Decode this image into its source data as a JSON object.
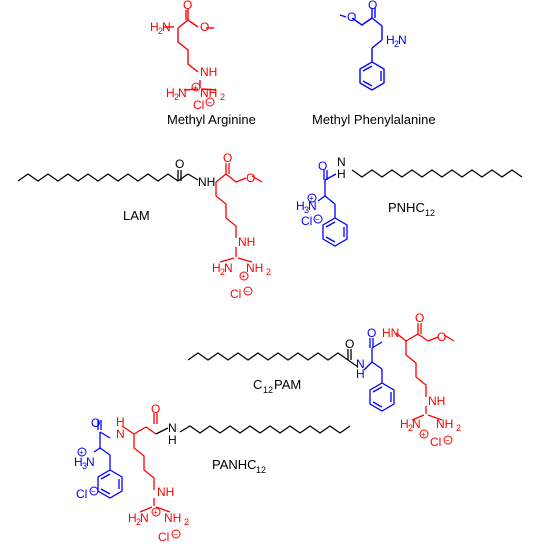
{
  "colors": {
    "arginine": "#ff0000",
    "phenylalanine": "#0000ff",
    "chain": "#000000"
  },
  "captions": {
    "methyl_arginine": "Methyl Arginine",
    "methyl_phenylalanine": "Methyl Phenylalanine",
    "lam": "LAM",
    "pnhc12_main": "PNHC",
    "pnhc12_sub": "12",
    "c12pam_pre": "C",
    "c12pam_sub": "12",
    "c12pam_post": "PAM",
    "panhc12_main": "PANHC",
    "panhc12_sub": "12"
  },
  "atoms": {
    "O": "O",
    "N": "N",
    "H": "H",
    "NH": "NH",
    "HN": "HN",
    "NH2": "NH",
    "H2N": "H",
    "H3N": "H",
    "two": "2",
    "three": "3",
    "Cl": "Cl",
    "plus": "+",
    "minus": "−"
  }
}
